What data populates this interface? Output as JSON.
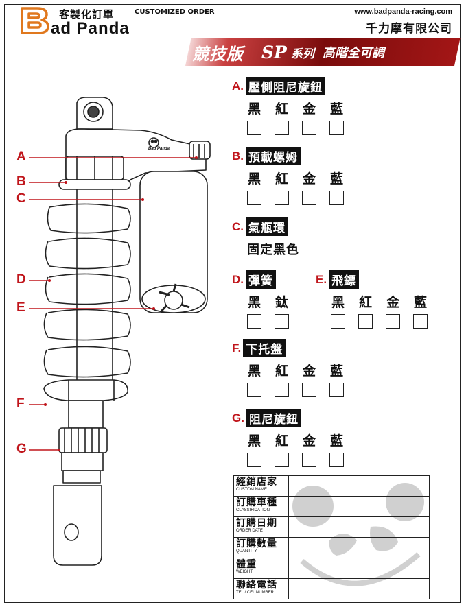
{
  "header": {
    "brand_cn": "客製化訂單",
    "brand_en_small": "CUSTOMIZED ORDER",
    "brand_name": "ad Panda",
    "url": "www.badpanda-racing.com",
    "company": "千力摩有限公司",
    "banner": {
      "part1": "競技版",
      "part2": "SP",
      "part3": "系列",
      "part4": "高階全可調"
    }
  },
  "product_mark": "Bad Panda",
  "callouts": [
    "A",
    "B",
    "C",
    "D",
    "E",
    "F",
    "G"
  ],
  "sections": {
    "A": {
      "letter": "A.",
      "title": "壓側阻尼旋鈕",
      "options": [
        "黑",
        "紅",
        "金",
        "藍"
      ]
    },
    "B": {
      "letter": "B.",
      "title": "預載螺姆",
      "options": [
        "黑",
        "紅",
        "金",
        "藍"
      ]
    },
    "C": {
      "letter": "C.",
      "title": "氣瓶環",
      "note": "固定黑色"
    },
    "D": {
      "letter": "D.",
      "title": "彈簧",
      "options": [
        "黑",
        "鈦"
      ]
    },
    "E": {
      "letter": "E.",
      "title": "飛鏢",
      "options": [
        "黑",
        "紅",
        "金",
        "藍"
      ]
    },
    "F": {
      "letter": "F.",
      "title": "下托盤",
      "options": [
        "黑",
        "紅",
        "金",
        "藍"
      ]
    },
    "G": {
      "letter": "G.",
      "title": "阻尼旋鈕",
      "options": [
        "黑",
        "紅",
        "金",
        "藍"
      ]
    }
  },
  "table": {
    "rows": [
      {
        "zh": "經銷店家",
        "en": "CUSTOM NAME"
      },
      {
        "zh": "訂購車種",
        "en": "CLASSIFICATION"
      },
      {
        "zh": "訂購日期",
        "en": "ORDER DATE"
      },
      {
        "zh": "訂購數量",
        "en": "QUANTITY"
      },
      {
        "zh": "體重",
        "en": "WEIGHT"
      },
      {
        "zh": "聯絡電話",
        "en": "TEL / CEL NUMBER"
      }
    ]
  },
  "colors": {
    "accent_red": "#c0151b",
    "banner_dark": "#7a0c0c",
    "logo_orange": "#e0781e"
  }
}
